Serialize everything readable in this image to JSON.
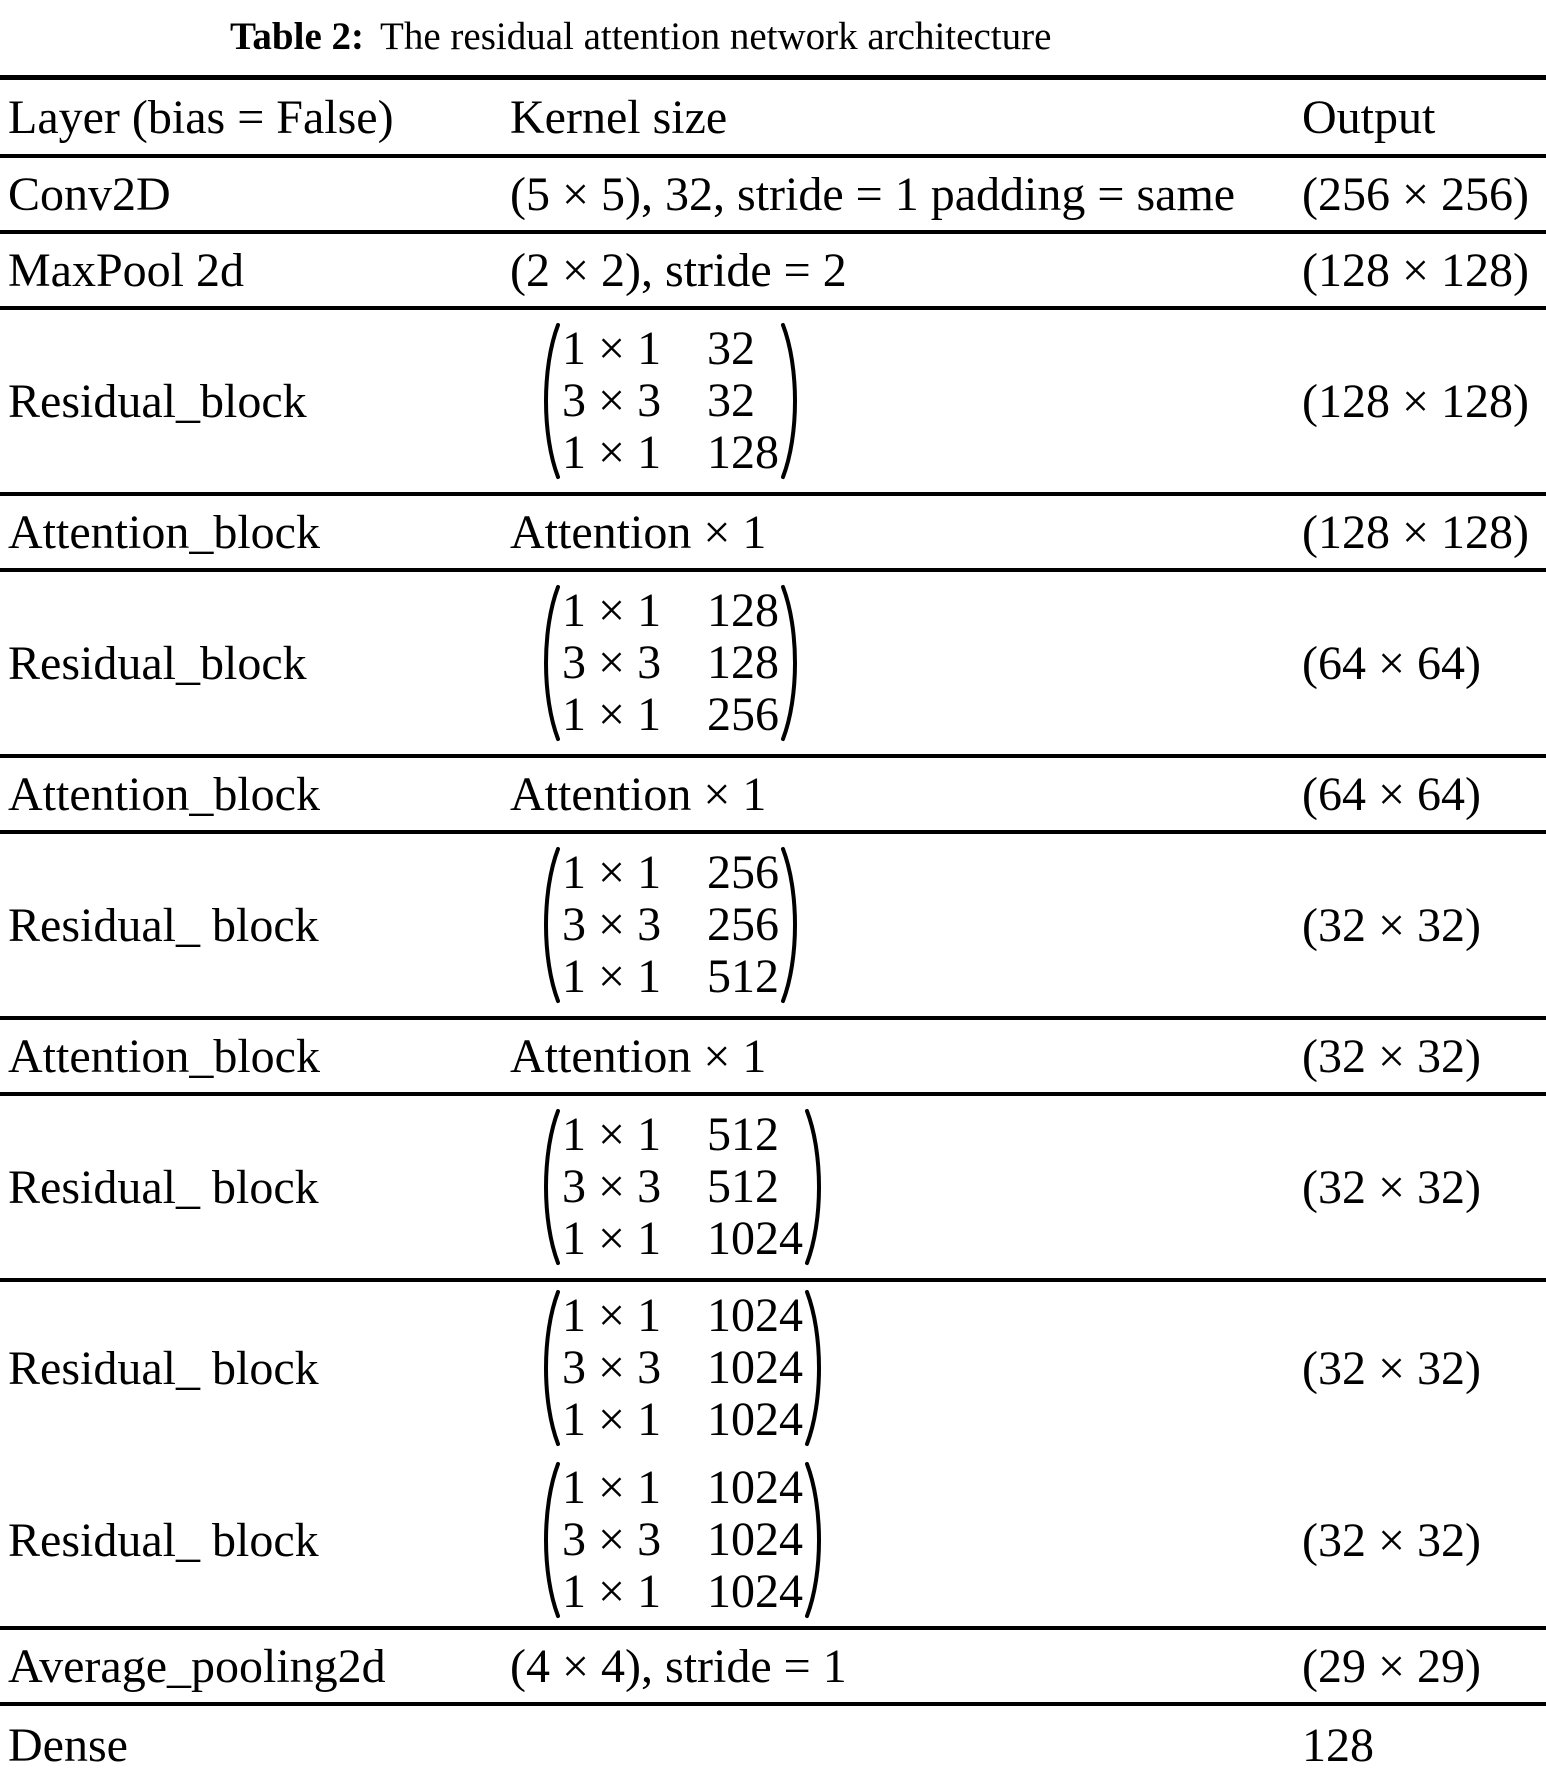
{
  "colors": {
    "text": "#000000",
    "background": "#ffffff",
    "rule": "#000000"
  },
  "caption": {
    "label": "Table 2:",
    "text": "The residual attention network architecture"
  },
  "table": {
    "headers": [
      {
        "label": "Layer (bias = False)"
      },
      {
        "label": "Kernel size"
      },
      {
        "label": "Output"
      }
    ],
    "rows": [
      {
        "layer": "Conv2D",
        "kernel_text": "(5 × 5), 32, stride = 1 padding = same",
        "output": "(256 × 256)",
        "rule_after": true
      },
      {
        "layer": "MaxPool 2d",
        "kernel_text": "(2 × 2), stride = 2",
        "output": "(128 × 128)",
        "rule_after": true
      },
      {
        "layer": "Residual_block",
        "kernel_matrix": [
          [
            "1 × 1",
            "32"
          ],
          [
            "3 × 3",
            "32"
          ],
          [
            "1 × 1",
            "128"
          ]
        ],
        "output": "(128 × 128)",
        "rule_after": true
      },
      {
        "layer": "Attention_block",
        "kernel_text": "Attention × 1",
        "output": "(128 × 128)",
        "rule_after": true
      },
      {
        "layer": "Residual_block",
        "kernel_matrix": [
          [
            "1 × 1",
            "128"
          ],
          [
            "3 × 3",
            "128"
          ],
          [
            "1 × 1",
            "256"
          ]
        ],
        "output": "(64 × 64)",
        "rule_after": true
      },
      {
        "layer": "Attention_block",
        "kernel_text": "Attention × 1",
        "output": "(64 × 64)",
        "rule_after": true
      },
      {
        "layer": "Residual_ block",
        "kernel_matrix": [
          [
            "1 × 1",
            "256"
          ],
          [
            "3 × 3",
            "256"
          ],
          [
            "1 × 1",
            "512"
          ]
        ],
        "output": "(32 × 32)",
        "rule_after": true
      },
      {
        "layer": "Attention_block",
        "kernel_text": "Attention × 1",
        "output": "(32 × 32)",
        "rule_after": true
      },
      {
        "layer": "Residual_ block",
        "kernel_matrix": [
          [
            "1 × 1",
            "512"
          ],
          [
            "3 × 3",
            "512"
          ],
          [
            "1 × 1",
            "1024"
          ]
        ],
        "output": "(32 × 32)",
        "rule_after": true
      },
      {
        "layer": "Residual_ block",
        "kernel_matrix": [
          [
            "1 × 1",
            "1024"
          ],
          [
            "3 × 3",
            "1024"
          ],
          [
            "1 × 1",
            "1024"
          ]
        ],
        "output": "(32 × 32)",
        "rule_after": false
      },
      {
        "layer": "Residual_ block",
        "kernel_matrix": [
          [
            "1 × 1",
            "1024"
          ],
          [
            "3 × 3",
            "1024"
          ],
          [
            "1 × 1",
            "1024"
          ]
        ],
        "output": "(32 × 32)",
        "rule_after": true
      },
      {
        "layer": "Average_pooling2d",
        "kernel_text": "(4 × 4), stride = 1",
        "output": "(29 × 29)",
        "rule_after": true
      },
      {
        "layer": "Dense",
        "kernel_text": "",
        "output": "128",
        "rule_after": true
      }
    ]
  }
}
